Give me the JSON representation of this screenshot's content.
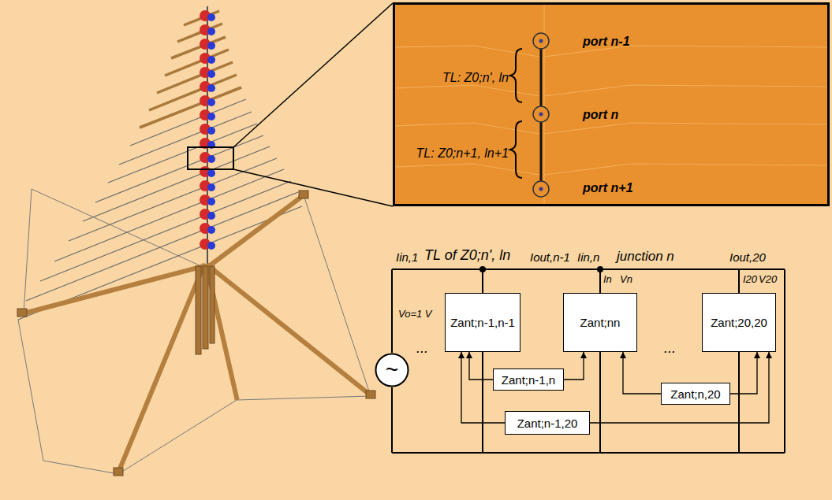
{
  "diagram": {
    "nodes": [
      {
        "text": [
          "port n-1",
          "TL: Z0;n', ln",
          "port n",
          "TL: Z0;n+1, ln+1",
          "port n+1"
        ]
      },
      {
        "text": [
          "~"
        ]
      },
      {
        "text": [
          "Zant;n-1,n-1"
        ]
      },
      {
        "text": [
          "Zant;nn"
        ]
      },
      {
        "text": [
          "Zant;20,20"
        ]
      },
      {
        "text": [
          "Zant;n-1,n"
        ]
      },
      {
        "text": [
          "Zant;n,20"
        ]
      },
      {
        "text": [
          "Zant;n-1,20"
        ]
      }
    ],
    "edges": [
      {
        "from": 5,
        "to": 2,
        "arrow": "to"
      },
      {
        "from": 5,
        "to": 3,
        "arrow": "to"
      },
      {
        "from": 6,
        "to": 3,
        "arrow": "to"
      },
      {
        "from": 6,
        "to": 4,
        "arrow": "to"
      },
      {
        "from": 7,
        "to": 2,
        "arrow": "to"
      },
      {
        "from": 7,
        "to": 4,
        "arrow": "to"
      }
    ],
    "labels": [
      "Iin,1",
      "TL of Z0;n', ln",
      "Iout,n-1",
      "Iin,n",
      "junction n",
      "Iout,20",
      "In",
      "Vn",
      "I20",
      "V20",
      "Vo=1 V",
      "...",
      "..."
    ]
  }
}
